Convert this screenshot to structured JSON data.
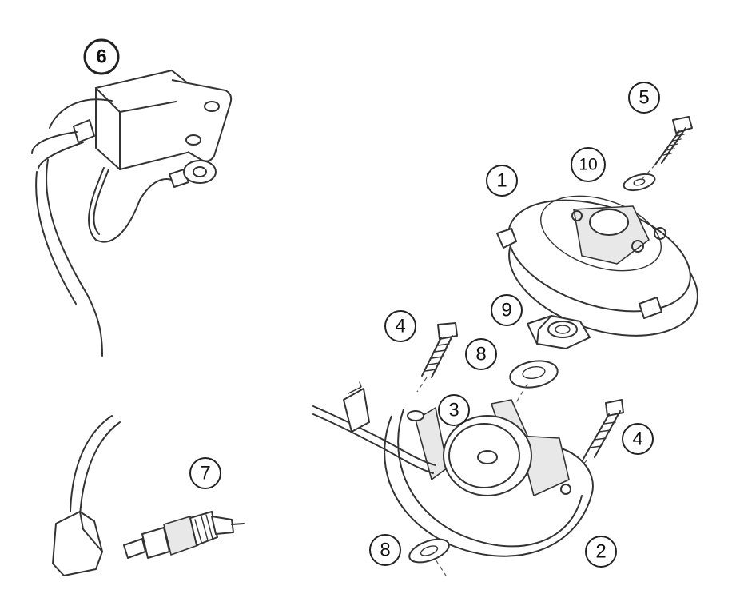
{
  "callouts": [
    {
      "id": "c1",
      "label": "1"
    },
    {
      "id": "c2",
      "label": "2"
    },
    {
      "id": "c3",
      "label": "3"
    },
    {
      "id": "c4a",
      "label": "4"
    },
    {
      "id": "c4b",
      "label": "4"
    },
    {
      "id": "c5",
      "label": "5"
    },
    {
      "id": "c6",
      "label": "6"
    },
    {
      "id": "c7",
      "label": "7"
    },
    {
      "id": "c8a",
      "label": "8"
    },
    {
      "id": "c8b",
      "label": "8"
    },
    {
      "id": "c9",
      "label": "9"
    },
    {
      "id": "c10",
      "label": "10"
    }
  ],
  "colors": {
    "line": "#333333",
    "background": "#ffffff"
  }
}
